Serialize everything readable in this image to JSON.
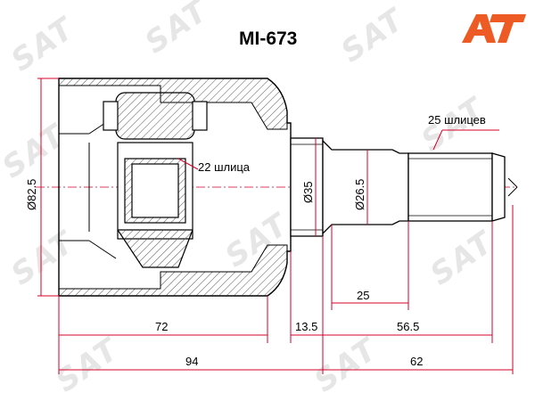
{
  "part_number": "MI-673",
  "brand": {
    "watermark": "SAT",
    "logo_text": "AT",
    "logo_color": "#ee5a24"
  },
  "labels": {
    "housing_splines": "22 шлица",
    "shaft_splines": "25 шлицев"
  },
  "dimensions": {
    "outer_diameter": "Ø82.5",
    "neck_diameter": "Ø35",
    "shaft_diameter": "Ø26.5",
    "housing_length": "72",
    "neck_length": "13.5",
    "spline_length": "25",
    "shaft_length": "56.5",
    "total_housing": "94",
    "total_shaft": "62"
  },
  "colors": {
    "dimension_line": "#d4002a",
    "outline": "#000000",
    "hatch": "#555555"
  }
}
